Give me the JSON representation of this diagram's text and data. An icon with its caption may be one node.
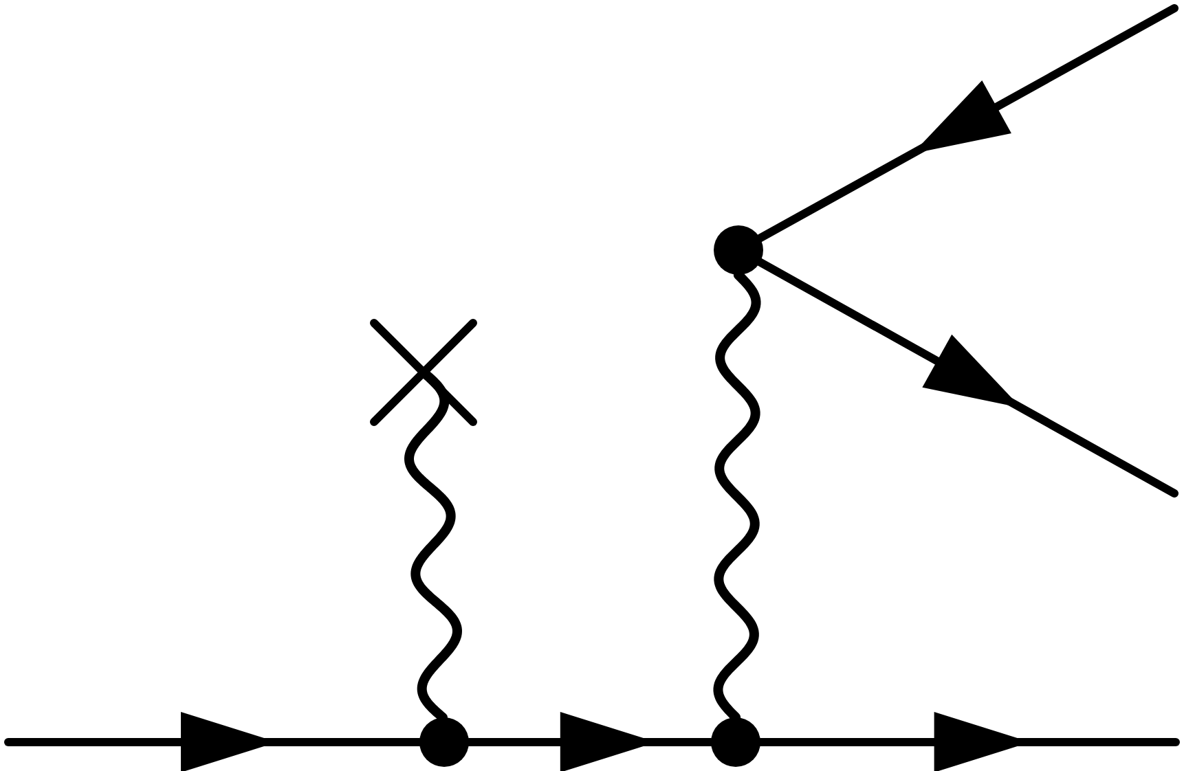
{
  "diagram": {
    "nodes": [
      {
        "text": [],
        "shape": "cross"
      },
      {
        "text": [],
        "shape": "circle"
      },
      {
        "text": [],
        "shape": "circle"
      },
      {
        "text": [],
        "shape": "circle"
      }
    ],
    "edges": [
      {
        "from": null,
        "to": 1,
        "arrow": "to"
      },
      {
        "from": 1,
        "to": 3,
        "arrow": "to"
      },
      {
        "from": 3,
        "to": null,
        "arrow": "to"
      },
      {
        "from": 0,
        "to": 1,
        "arrow": "none"
      },
      {
        "from": 2,
        "to": 3,
        "arrow": "none"
      },
      {
        "from": null,
        "to": 2,
        "arrow": "to"
      },
      {
        "from": 2,
        "to": null,
        "arrow": "to"
      }
    ]
  }
}
